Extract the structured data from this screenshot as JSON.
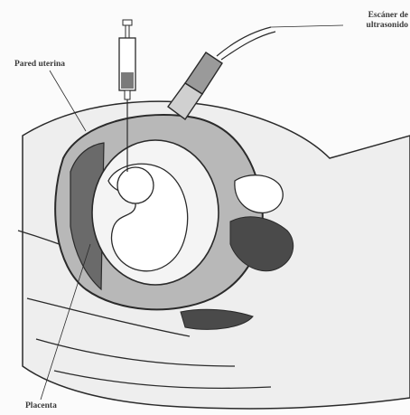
{
  "labels": {
    "uterine_wall": "Pared uterina",
    "scanner_line1": "Escáner de",
    "scanner_line2": "ultrasonido",
    "placenta": "Placenta"
  },
  "colors": {
    "outline": "#2a2a2a",
    "uterus_fill": "#b8b8b8",
    "amniotic_fill": "#f4f4f4",
    "placenta_fill": "#6a6a6a",
    "body_fill": "#eeeeee",
    "dark_tissue": "#4a4a4a"
  }
}
